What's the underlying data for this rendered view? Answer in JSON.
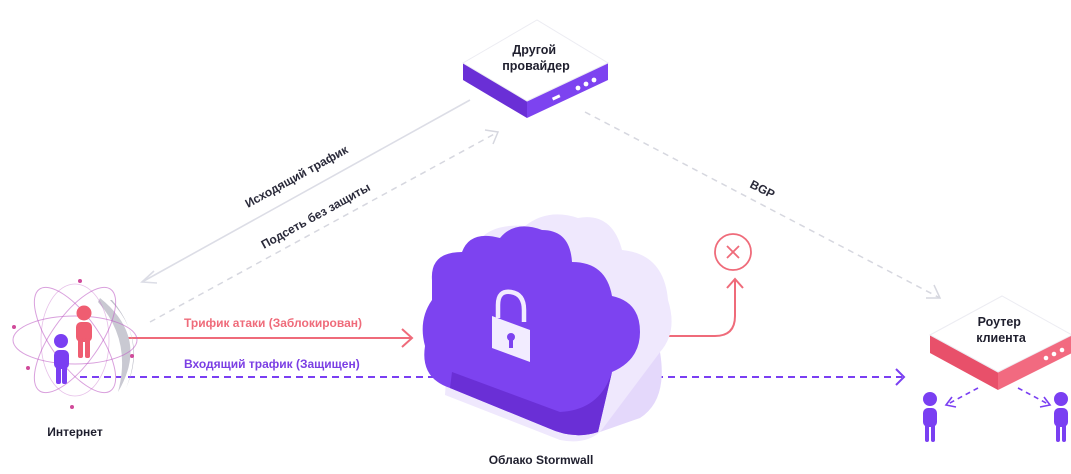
{
  "nodes": {
    "other_provider": {
      "line1": "Другой",
      "line2": "провайдер"
    },
    "client_router": {
      "line1": "Роутер",
      "line2": "клиента"
    },
    "internet": {
      "label": "Интернет"
    },
    "cloud": {
      "label": "Облако Stormwall"
    }
  },
  "links": {
    "outgoing": "Исходящий трафик",
    "subnet": "Подсеть без защиты",
    "bgp": "BGP",
    "attack": "Трифик атаки (Заблокирован)",
    "incoming": "Входящий трафик (Защищен)"
  },
  "colors": {
    "purple": "#7a3ff2",
    "pink": "#ef6b7a",
    "violet_text": "#7b3fe4",
    "dark": "#1f1f2e",
    "dashed_gray": "#cfd0d8"
  }
}
